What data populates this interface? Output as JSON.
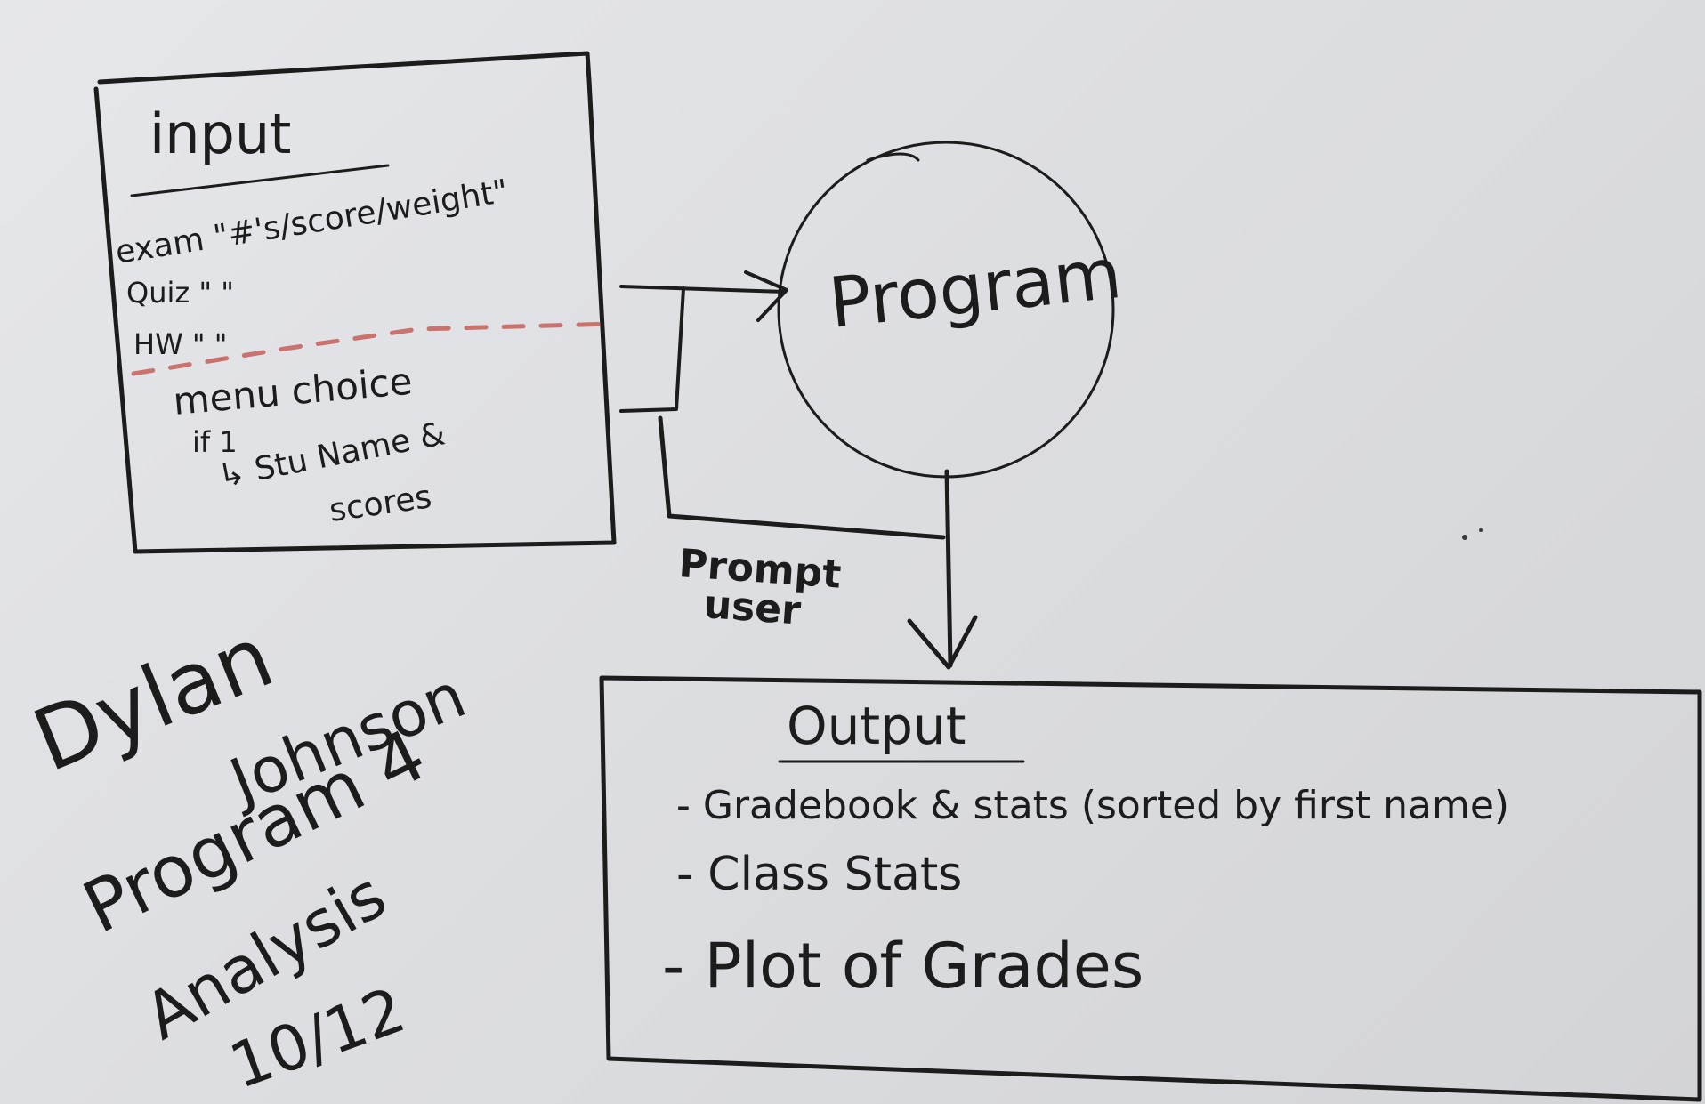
{
  "input_box": {
    "title": "input",
    "lines": [
      "exam \"#'s/score/weight\"",
      "Quiz      \"        \"",
      "HW        \"        \"",
      "menu choice",
      "if 1",
      "↳ Stu Name &",
      "scores"
    ]
  },
  "program": {
    "label": "Program"
  },
  "prompt": {
    "line1": "Prompt",
    "line2": "user"
  },
  "output_box": {
    "title": "Output",
    "items": [
      "- Gradebook & stats (sorted by first name)",
      "- Class Stats",
      "- Plot of Grades"
    ]
  },
  "author": {
    "name_first": "Dylan",
    "name_last": "Johnson",
    "assignment": "Program 4",
    "type": "Analysis",
    "date": "10/12"
  },
  "colors": {
    "ink": "#1c1c1c",
    "marker_red": "#c9726e",
    "board": "#e2e3e6"
  }
}
